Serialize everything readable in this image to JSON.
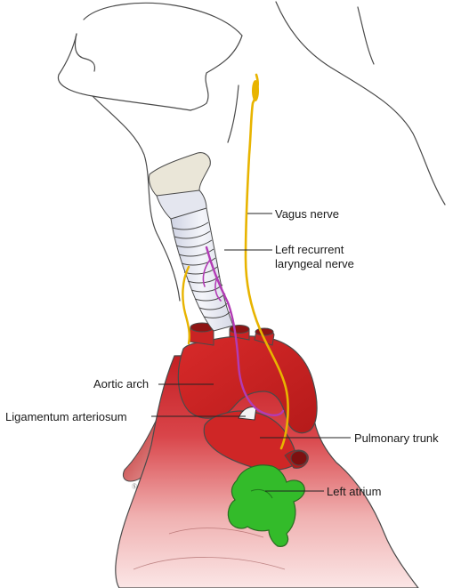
{
  "labels": {
    "vagus_nerve": "Vagus nerve",
    "left_recurrent_line1": "Left recurrent",
    "left_recurrent_line2": "laryngeal nerve",
    "aortic_arch": "Aortic arch",
    "ligamentum_arteriosum": "Ligamentum arteriosum",
    "pulmonary_trunk": "Pulmonary trunk",
    "left_atrium": "Left atrium"
  },
  "colors": {
    "aorta": "#cc2222",
    "aorta_dark": "#8e1414",
    "nerve_vagus": "#e8b400",
    "nerve_recurrent": "#b23bb5",
    "atrium": "#33bb2a",
    "outline": "#4a4a4a",
    "trachea": "#e4e6ef"
  }
}
